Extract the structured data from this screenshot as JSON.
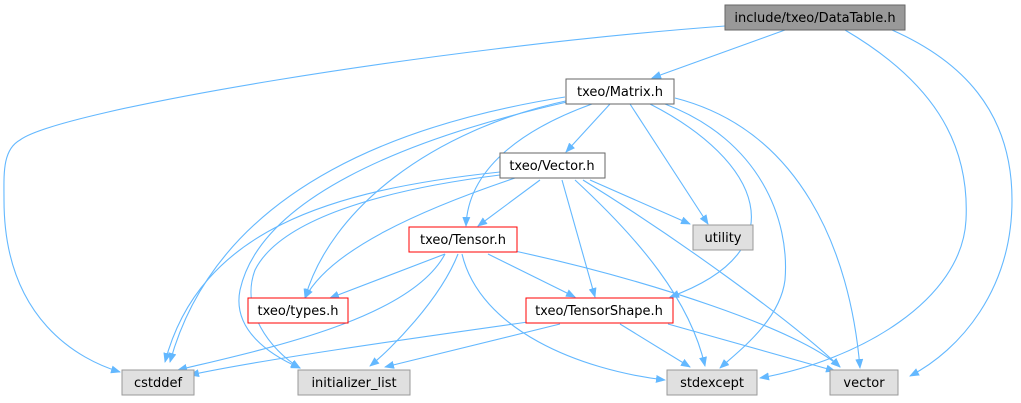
{
  "colors": {
    "edge": "#63b8ff",
    "root_fill": "#999999",
    "root_border": "#666666",
    "normal_fill": "#ffffff",
    "normal_border": "#666666",
    "red_fill": "#ffffff",
    "red_border": "#ff0000",
    "system_fill": "#e0e0e0",
    "system_border": "#999999"
  },
  "nodes": {
    "datatable": {
      "label": "include/txeo/DataTable.h",
      "kind": "root"
    },
    "matrix": {
      "label": "txeo/Matrix.h",
      "kind": "normal"
    },
    "vector_h": {
      "label": "txeo/Vector.h",
      "kind": "normal"
    },
    "tensor": {
      "label": "txeo/Tensor.h",
      "kind": "red"
    },
    "types": {
      "label": "txeo/types.h",
      "kind": "red"
    },
    "tensorshape": {
      "label": "txeo/TensorShape.h",
      "kind": "red"
    },
    "utility": {
      "label": "utility",
      "kind": "system"
    },
    "cstddef": {
      "label": "cstddef",
      "kind": "system"
    },
    "initializer_list": {
      "label": "initializer_list",
      "kind": "system"
    },
    "stdexcept": {
      "label": "stdexcept",
      "kind": "system"
    },
    "vector": {
      "label": "vector",
      "kind": "system"
    }
  }
}
